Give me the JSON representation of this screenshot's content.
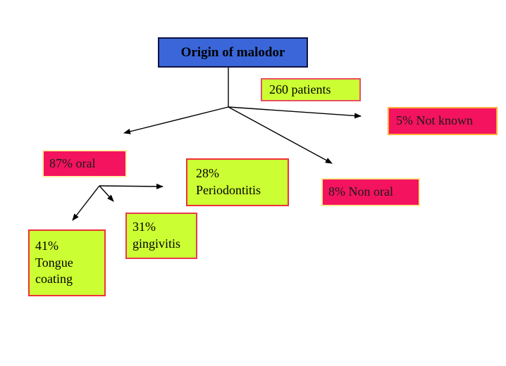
{
  "diagram": {
    "nodes": {
      "origin": {
        "text": "Origin of malodor",
        "fill": "#3A66D9",
        "border": "#11123F",
        "text_color": "#000000"
      },
      "patients": {
        "text": "260 patients",
        "fill": "#CCFF33",
        "border": "#E6505F",
        "text_color": "#000000"
      },
      "not_known": {
        "text": "5% Not known",
        "fill": "#F4135E",
        "border": "#FFAE3C",
        "text_color": "#1A1A1A"
      },
      "oral": {
        "text": "87% oral",
        "fill": "#F4135E",
        "border": "#FFF0A8",
        "text_color": "#1A1A1A"
      },
      "periodontitis": {
        "text": "28%\nPeriodontitis",
        "fill": "#CCFF33",
        "border": "#EF3038",
        "text_color": "#000000"
      },
      "non_oral": {
        "text": "8% Non oral",
        "fill": "#F4135E",
        "border": "#FFE98C",
        "text_color": "#1A1A1A"
      },
      "gingivitis": {
        "text": "31%\ngingivitis",
        "fill": "#CCFF33",
        "border": "#E43B50",
        "text_color": "#000000"
      },
      "tongue_coating": {
        "text": "41%\nTongue\ncoating",
        "fill": "#CCFF33",
        "border": "#EF3237",
        "text_color": "#000000"
      }
    },
    "connector_color": "#000000"
  }
}
